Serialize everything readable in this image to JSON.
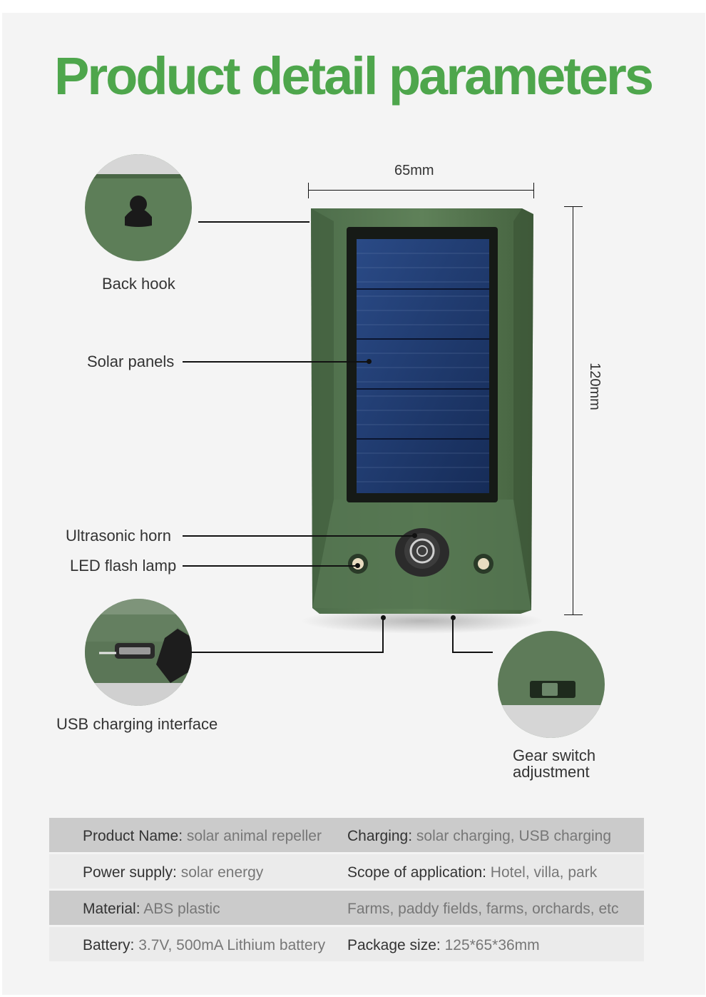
{
  "title": "Product detail parameters",
  "dimensions": {
    "width": "65mm",
    "height": "120mm"
  },
  "callouts": {
    "back_hook": "Back hook",
    "solar_panels": "Solar panels",
    "ultrasonic_horn": "Ultrasonic horn",
    "led_flash_lamp": "LED flash lamp",
    "usb_charging": "USB charging interface",
    "gear_switch_line1": "Gear switch",
    "gear_switch_line2": "adjustment"
  },
  "specs": [
    {
      "left_key": "Product Name:",
      "left_value": " solar animal repeller",
      "right_key": "Charging:",
      "right_value": " solar charging, USB charging"
    },
    {
      "left_key": "Power supply:",
      "left_value": " solar energy",
      "right_key": "Scope of application:",
      "right_value": " Hotel, villa, park"
    },
    {
      "left_key": "Material:",
      "left_value": " ABS plastic",
      "right_key": "",
      "right_value": "Farms, paddy fields, farms, orchards, etc"
    },
    {
      "left_key": "Battery:",
      "left_value": " 3.7V, 500mA Lithium battery",
      "right_key": "Package size:",
      "right_value": " 125*65*36mm"
    }
  ],
  "colors": {
    "title_green": "#4ea64c",
    "device_green": "#5b7a57",
    "solar_blue": "#1f3a6e"
  }
}
